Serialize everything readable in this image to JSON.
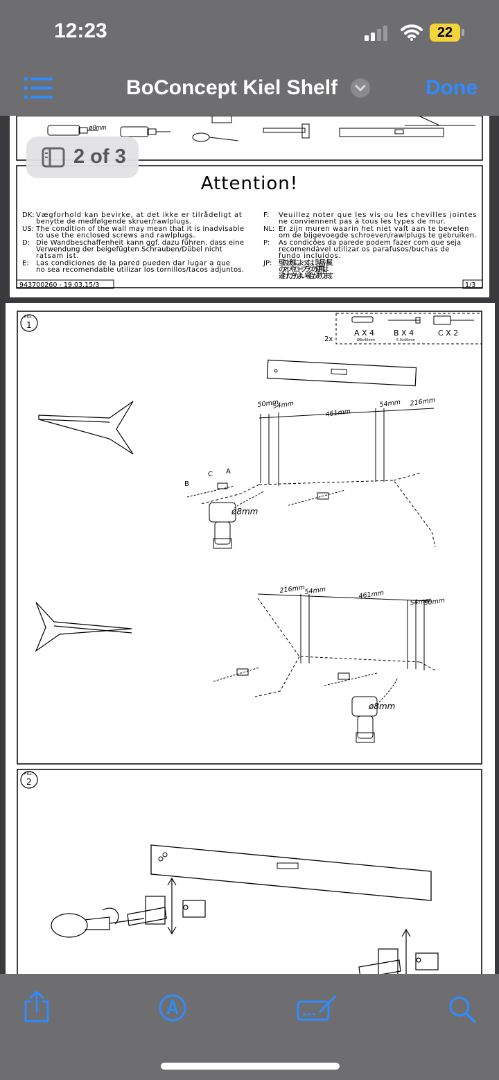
{
  "status_bar": {
    "time": "12:23",
    "battery": "22"
  },
  "nav": {
    "title": "BoConcept Kiel Shelf",
    "done_label": "Done"
  },
  "page_indicator": "2 of 3",
  "page1": {
    "heading": "Attention!",
    "left_notes": [
      {
        "code": "DK:",
        "lines": [
          "Vægforhold kan bevirke, at det ikke er tilrådeligt at",
          "benytte de medfølgende skruer/rawlplugs."
        ]
      },
      {
        "code": "US:",
        "lines": [
          "The condition of the wall may mean that it is inadvisable",
          "to use the enclosed screws and rawlplugs."
        ]
      },
      {
        "code": "D:",
        "lines": [
          "Die Wandbeschaffenheit kann ggf. dazu führen, dass eine",
          "Verwendung der beigefügten Schrauben/Dübel nicht",
          "ratsam ist."
        ]
      },
      {
        "code": "E:",
        "lines": [
          "Las condiciones de la pared pueden dar lugar a que",
          "no sea recomendable utilizar los tornillos/tacos adjuntos."
        ]
      }
    ],
    "right_notes": [
      {
        "code": "F:",
        "lines": [
          "Veuillez noter que les vis ou les chevilles jointes",
          "ne conviennent pas à tous les types de mur."
        ]
      },
      {
        "code": "NL:",
        "lines": [
          "Er zijn muren waarin het niet valt aan te bevelen",
          "om de bijgevoegde schroeven/rawlplugs te gebruiken."
        ]
      },
      {
        "code": "P:",
        "lines": [
          "As condicões da parede podem fazer com que seja",
          "recomendável utilizar os parafusos/buchas de",
          "fundo incluídos."
        ]
      },
      {
        "code": "JP:",
        "lines": [
          "壁の状態によっては、製品付属",
          "のネジやロープラグの使用は",
          "避けた方がよい場合があります。"
        ]
      }
    ],
    "doc_number": "943700260 - 19.03.15/3",
    "page_of": "1/3",
    "drill_label": "ø8mm"
  },
  "page2": {
    "fig1_label": "FIG.",
    "fig1_num": "1",
    "fig2_num": "2",
    "hardware_multiplier": "2x",
    "hardware": [
      {
        "label": "A X 4",
        "sub": "Ø8x40mm"
      },
      {
        "label": "B X 4",
        "sub": "5.0x40mm"
      },
      {
        "label": "C X 2",
        "sub": ""
      }
    ],
    "dims_top": [
      "50mm",
      "54mm",
      "461mm",
      "54mm",
      "216mm"
    ],
    "dims_bottom": [
      "216mm",
      "54mm",
      "461mm",
      "54mm",
      "50mm"
    ],
    "part_labels": [
      "B",
      "C",
      "A"
    ],
    "drill": "ø8mm"
  },
  "colors": {
    "accent": "#2f8bff",
    "bar": "#6e6e70",
    "battery": "#f5d33b"
  },
  "icons": [
    "list-icon",
    "chevron-down-icon",
    "share-icon",
    "markup-icon",
    "signature-icon",
    "search-icon"
  ]
}
